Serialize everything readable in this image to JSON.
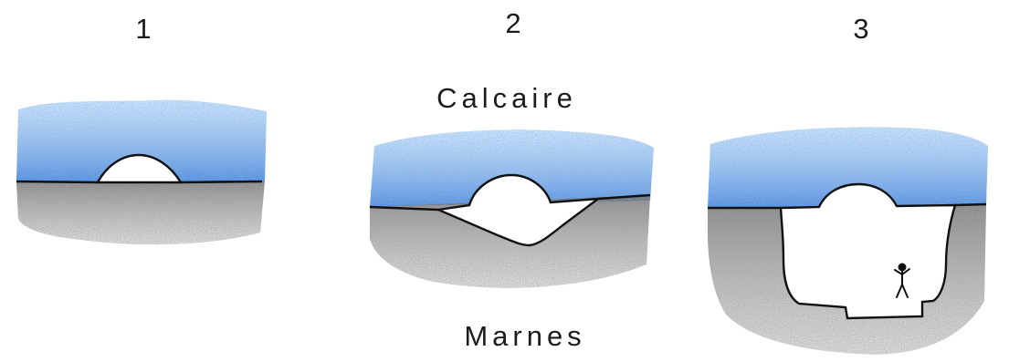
{
  "figure": {
    "stages": [
      {
        "number": "1"
      },
      {
        "number": "2"
      },
      {
        "number": "3"
      }
    ],
    "layers": {
      "top": "Calcaire",
      "bottom": "Marnes"
    },
    "colors": {
      "limestone": "#3f7fd6",
      "marl": "#6b6b6b",
      "cavity": "#ffffff",
      "outline": "#111111"
    },
    "icons": {
      "human_figure": "person-icon"
    }
  }
}
